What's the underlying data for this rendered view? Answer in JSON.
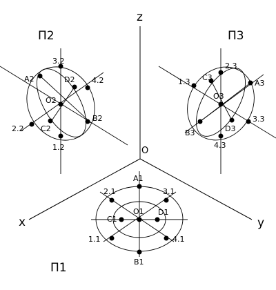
{
  "axes": {
    "z": "z",
    "x": "x",
    "y": "y",
    "origin": "O"
  },
  "planes": {
    "p1": "Π1",
    "p2": "Π2",
    "p3": "Π3"
  },
  "p1_points": {
    "A": "A1",
    "B": "B1",
    "C": "C1",
    "D": "D1",
    "O": "O1",
    "p1": "1.1",
    "p2": "2.1",
    "p3": "3.1",
    "p4": "4.1"
  },
  "p2_points": {
    "A": "A2",
    "B": "B2",
    "C": "C2",
    "D": "D2",
    "O": "O2",
    "p1": "1.2",
    "p2": "2.2",
    "p3": "3.2",
    "p4": "4.2"
  },
  "p3_points": {
    "A": "A3",
    "B": "B3",
    "C": "C3",
    "D": "D3",
    "O": "O3",
    "p1": "1.3",
    "p2": "2.3",
    "p3": "3.3",
    "p4": "4.3"
  }
}
